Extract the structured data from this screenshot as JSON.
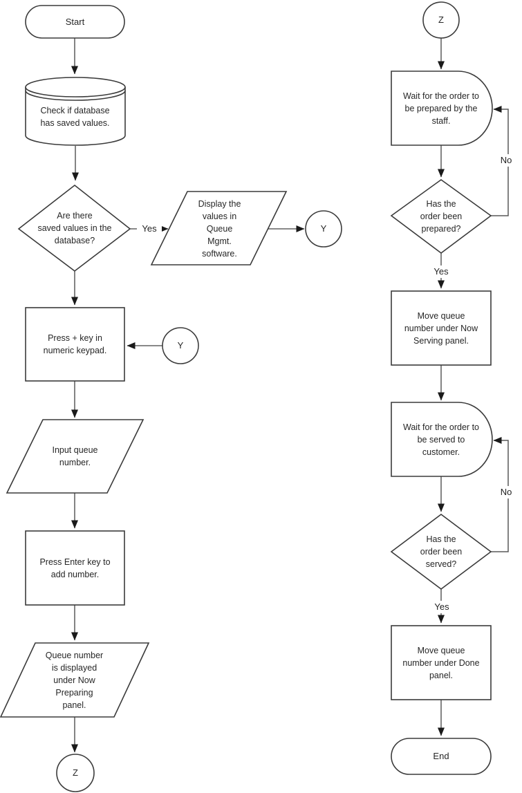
{
  "diagram": {
    "type": "flowchart",
    "description": "Queue management flowchart, two columns linked by off-page connectors Y and Z"
  },
  "colors": {
    "background": "#ffffff",
    "shape_fill": "#ffffff",
    "shape_stroke": "#3a3a3a",
    "connector_stroke": "#404040",
    "feedback_stroke": "#595959",
    "arrowhead": "#1a1a1a",
    "text": "#262626"
  },
  "nodes": {
    "start": {
      "type": "terminator",
      "label": "Start"
    },
    "check_db": {
      "type": "database",
      "label": "Check if database\nhas saved values."
    },
    "saved_values_decision": {
      "type": "decision",
      "label": "Are there\nsaved values in the\ndatabase?"
    },
    "display_values": {
      "type": "input-output",
      "label": "Display the\nvalues in\nQueue\nMgmt.\nsoftware."
    },
    "connector_y_out": {
      "type": "off-page-connector",
      "label": "Y"
    },
    "connector_y_in": {
      "type": "off-page-connector",
      "label": "Y"
    },
    "press_plus": {
      "type": "process",
      "label": "Press + key in\nnumeric keypad."
    },
    "input_queue": {
      "type": "input-output",
      "label": "Input queue\nnumber."
    },
    "press_enter": {
      "type": "process",
      "label": "Press Enter key to\nadd number."
    },
    "queue_displayed": {
      "type": "input-output",
      "label": "Queue number\nis displayed\nunder Now\nPreparing\npanel."
    },
    "connector_z_out": {
      "type": "off-page-connector",
      "label": "Z"
    },
    "connector_z_in": {
      "type": "off-page-connector",
      "label": "Z"
    },
    "wait_prepared": {
      "type": "delay",
      "label": "Wait for the order to\nbe prepared by the\nstaff."
    },
    "prepared_decision": {
      "type": "decision",
      "label": "Has the\norder been\nprepared?"
    },
    "move_serving": {
      "type": "process",
      "label": "Move queue\nnumber under Now\nServing panel."
    },
    "wait_served": {
      "type": "delay",
      "label": "Wait for the order to\nbe served to\ncustomer."
    },
    "served_decision": {
      "type": "decision",
      "label": "Has the\norder been\nserved?"
    },
    "move_done": {
      "type": "process",
      "label": "Move queue\nnumber under Done\npanel."
    },
    "end": {
      "type": "terminator",
      "label": "End"
    }
  },
  "edge_labels": {
    "yes_saved": "Yes",
    "no_prepared": "No",
    "yes_prepared": "Yes",
    "no_served": "No",
    "yes_served": "Yes"
  }
}
